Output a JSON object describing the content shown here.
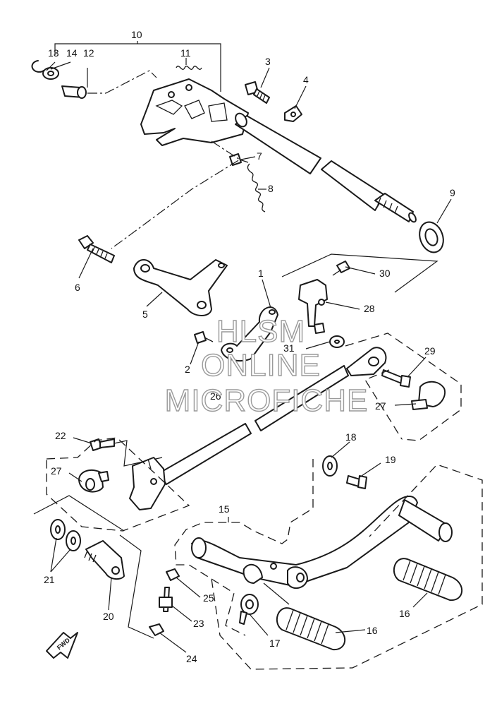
{
  "watermark": {
    "line1": "HLSM",
    "line2": "ONLINE",
    "line3": "MICROFICHE"
  },
  "fwd_label": "FWD",
  "callouts": {
    "c1": "1",
    "c2": "2",
    "c3": "3",
    "c4": "4",
    "c5": "5",
    "c6": "6",
    "c7": "7",
    "c8": "8",
    "c9": "9",
    "c10": "10",
    "c11": "11",
    "c12": "12",
    "c13": "13",
    "c14": "14",
    "c15": "15",
    "c16a": "16",
    "c16b": "16",
    "c17": "17",
    "c18": "18",
    "c19": "19",
    "c20": "20",
    "c21": "21",
    "c22": "22",
    "c23": "23",
    "c24": "24",
    "c25": "25",
    "c26": "26",
    "c27a": "27",
    "c27b": "27",
    "c28": "28",
    "c29": "29",
    "c30": "30",
    "c31": "31"
  }
}
